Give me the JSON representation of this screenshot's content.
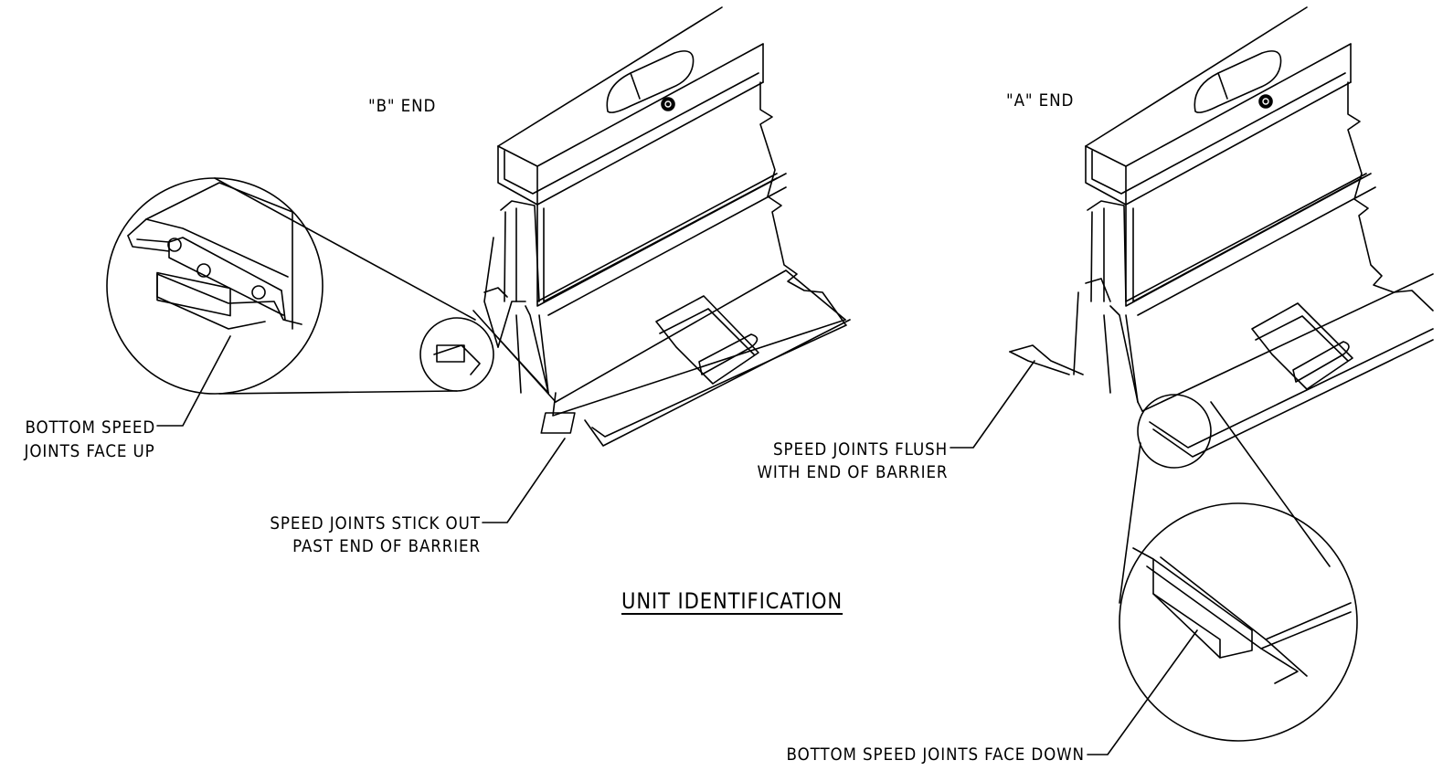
{
  "diagram": {
    "title": "UNIT IDENTIFICATION",
    "ends": {
      "b_end": "\"B\" END",
      "a_end": "\"A\" END"
    },
    "callouts": {
      "bottom_face_up_1": "BOTTOM SPEED",
      "bottom_face_up_2": "JOINTS FACE UP",
      "stick_out_1": "SPEED JOINTS STICK OUT",
      "stick_out_2": "PAST END OF BARRIER",
      "flush_1": "SPEED JOINTS FLUSH",
      "flush_2": "WITH END OF BARRIER",
      "face_down": "BOTTOM SPEED JOINTS FACE DOWN"
    }
  }
}
